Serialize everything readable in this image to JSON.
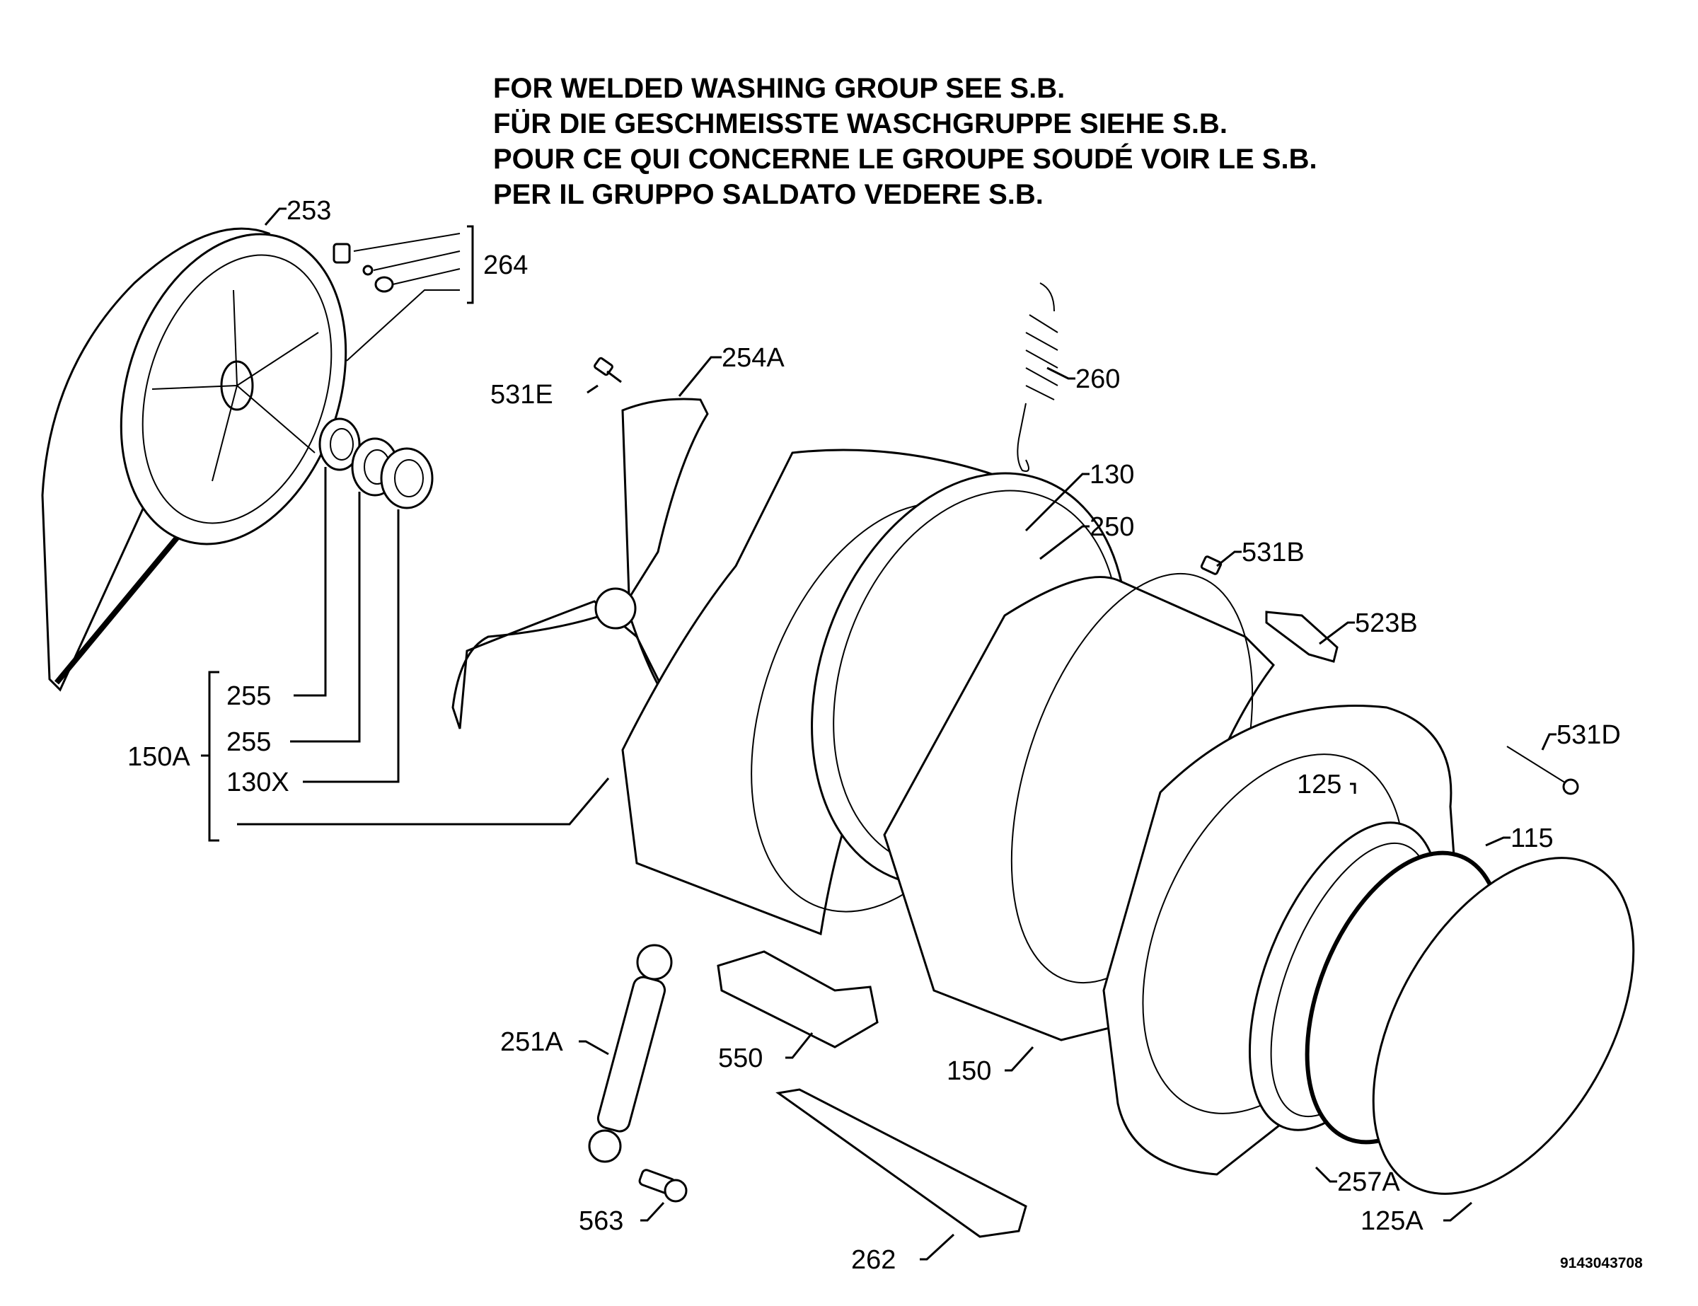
{
  "header_lines": [
    "FOR WELDED WASHING GROUP SEE S.B.",
    "FÜR DIE GESCHMEISSTE WASCHGRUPPE SIEHE S.B.",
    "POUR CE QUI CONCERNE LE GROUPE SOUDÉ VOIR LE S.B.",
    "PER IL GRUPPO SALDATO VEDERE S.B."
  ],
  "part_labels": {
    "p253": "253",
    "p264": "264",
    "p531E": "531E",
    "p254A": "254A",
    "p260": "260",
    "p130": "130",
    "p250": "250",
    "p531B": "531B",
    "p523B": "523B",
    "p531D": "531D",
    "p150A": "150A",
    "p255a": "255",
    "p255b": "255",
    "p130X": "130X",
    "p125": "125",
    "p115": "115",
    "p251A": "251A",
    "p550": "550",
    "p150": "150",
    "p563": "563",
    "p262": "262",
    "p257A": "257A",
    "p125A": "125A"
  },
  "drawing_code": "9143043708"
}
